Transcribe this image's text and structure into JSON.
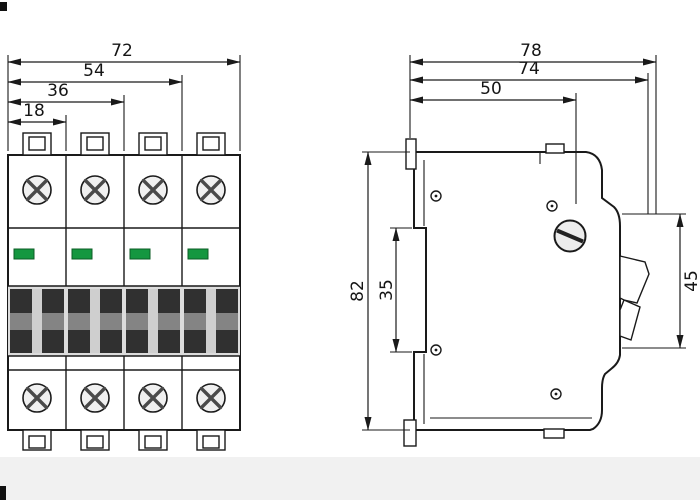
{
  "drawing": {
    "front_view": {
      "dims": {
        "total_width": "72",
        "three_modules": "54",
        "two_modules": "36",
        "one_module": "18"
      }
    },
    "side_view": {
      "dims": {
        "total_depth": "78",
        "body_depth": "74",
        "upper_depth": "50",
        "total_height": "82",
        "rail_recess_height": "35",
        "front_height": "45"
      }
    },
    "colors": {
      "line": "#1a1a1a",
      "indicator_green": "#159740",
      "handle_dark": "#303030",
      "handle_highlight": "#848484",
      "handle_slot": "#cfcfcf",
      "band_background": "#dcdcdc"
    }
  }
}
